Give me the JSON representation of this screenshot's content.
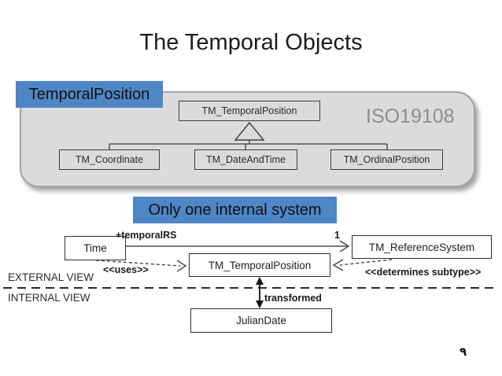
{
  "slide": {
    "title": "The Temporal Objects",
    "page_number": "٩"
  },
  "callouts": {
    "temporal_position": "TemporalPosition",
    "only_one_internal": "Only one internal system"
  },
  "iso_panel": {
    "standard_label": "ISO19108",
    "superclass": "TM_TemporalPosition",
    "subclasses": [
      "TM_Coordinate",
      "TM_DateAndTime",
      "TM_OrdinalPosition"
    ]
  },
  "view_diagram": {
    "boxes": {
      "time": "Time",
      "reference_system": "TM_ReferenceSystem",
      "temporal_position": "TM_TemporalPosition",
      "julian_date": "JulianDate"
    },
    "labels": {
      "temporal_rs": "+temporalRS",
      "multiplicity": "1",
      "uses": "<<uses>>",
      "determines_subtype": "<<determines subtype>>",
      "transformed": "transformed",
      "external_view": "EXTERNAL VIEW",
      "internal_view": "INTERNAL VIEW"
    }
  },
  "colors": {
    "accent_blue": "#4E86C6",
    "panel_gray": "#DBDBDB",
    "panel_border": "#A3A3A3",
    "iso_text_gray": "#8D8D8D",
    "line_dark": "#3E3E3E",
    "background": "#FFFFFF"
  }
}
